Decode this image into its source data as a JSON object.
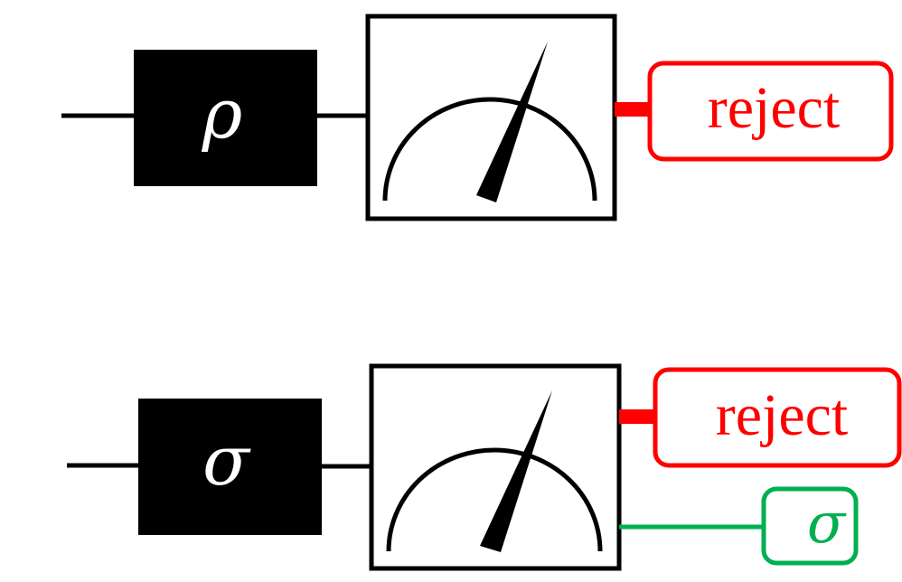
{
  "colors": {
    "wire": "#000000",
    "box": "#000000",
    "reject": "#ff0000",
    "accept": "#00b050"
  },
  "circuits": [
    {
      "state_symbol": "ρ",
      "outcomes": [
        {
          "label": "reject",
          "color": "#ff0000"
        }
      ]
    },
    {
      "state_symbol": "σ",
      "outcomes": [
        {
          "label": "reject",
          "color": "#ff0000"
        },
        {
          "label": "σ",
          "color": "#00b050"
        }
      ]
    }
  ]
}
